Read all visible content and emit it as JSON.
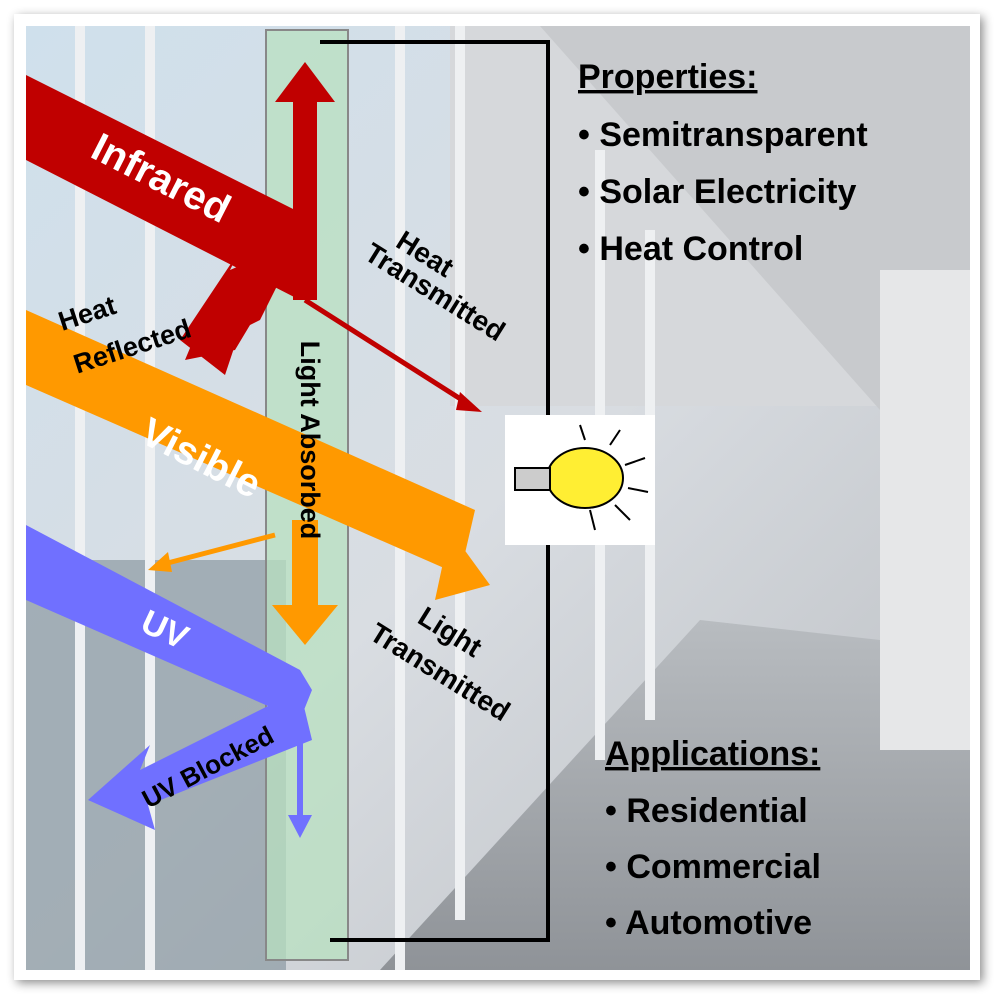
{
  "arrows": {
    "infrared": "Infrared",
    "heat_reflected_1": "Heat",
    "heat_reflected_2": "Reflected",
    "heat_transmitted_1": "Heat",
    "heat_transmitted_2": "Transmitted",
    "light_absorbed": "Light Absorbed",
    "visible": "Visible",
    "light_transmitted_1": "Light",
    "light_transmitted_2": "Transmitted",
    "uv": "UV",
    "uv_blocked": "UV Blocked"
  },
  "properties": {
    "title": "Properties:",
    "items": [
      "• Semitransparent",
      "• Solar Electricity",
      "• Heat Control"
    ]
  },
  "applications": {
    "title": "Applications:",
    "items": [
      "• Residential",
      "• Commercial",
      "• Automotive"
    ]
  },
  "colors": {
    "infrared": "#c00000",
    "visible": "#ff9900",
    "uv": "#7070ff",
    "absorber": "#b8e0c0"
  }
}
